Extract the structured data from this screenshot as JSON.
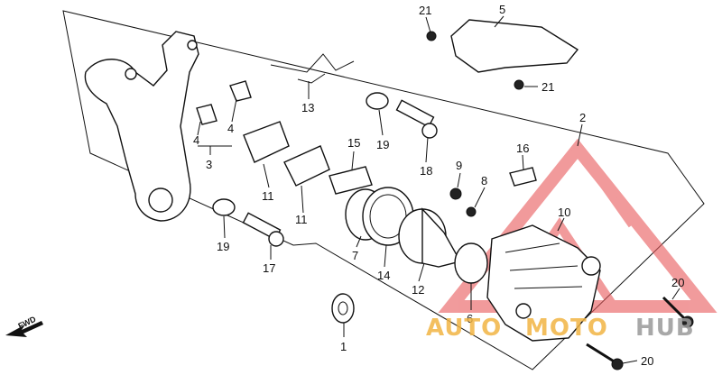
{
  "diagram": {
    "callouts": [
      "21",
      "5",
      "21",
      "2",
      "13",
      "4",
      "4",
      "3",
      "19",
      "18",
      "15",
      "16",
      "9",
      "8",
      "11",
      "11",
      "10",
      "7",
      "14",
      "12",
      "6",
      "19",
      "17",
      "1",
      "20",
      "20"
    ],
    "fwd_label": "FWD"
  },
  "watermark": {
    "auto": "AUTO",
    "moto": "MOTO",
    "hub": "HUB",
    "colors": {
      "auto": "#f2b544",
      "moto": "#f2b544",
      "hub": "#9a9a9a",
      "triangle": "#e8585a"
    }
  }
}
